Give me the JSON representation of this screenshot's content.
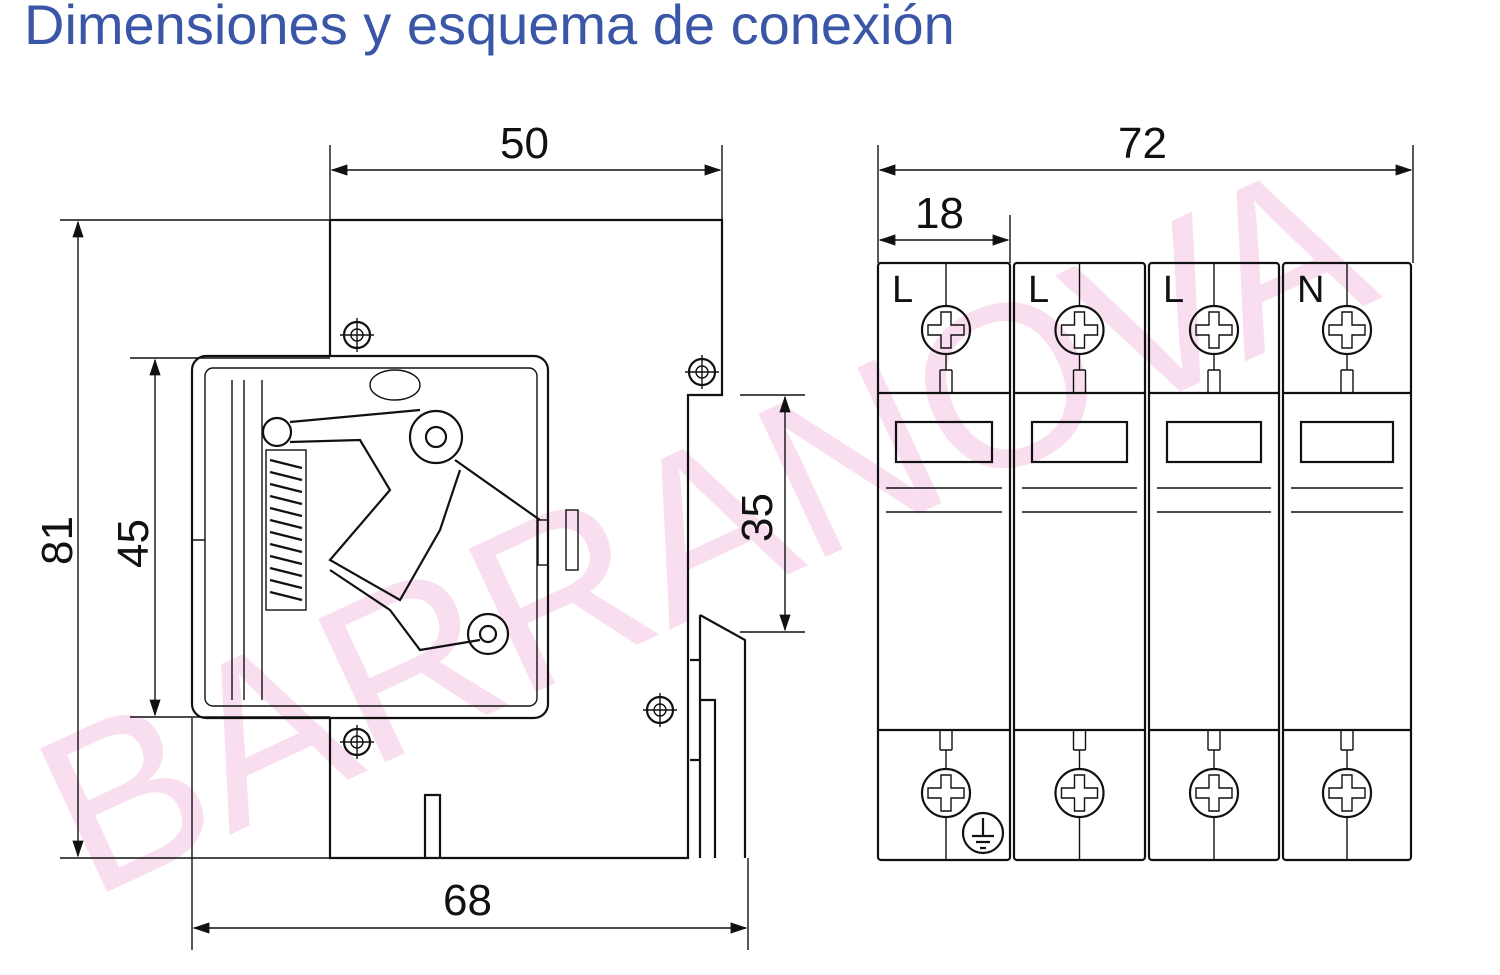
{
  "title": "Dimensiones y esquema de conexión",
  "watermark": "BARRANOVA",
  "side_view": {
    "dimensions": {
      "width_top": "50",
      "height_total": "81",
      "height_front": "45",
      "din_rail": "35",
      "depth_total": "68"
    }
  },
  "front_view": {
    "dimensions": {
      "width_total": "72",
      "pole_width": "18"
    },
    "poles": [
      {
        "label": "L",
        "ground": true
      },
      {
        "label": "L",
        "ground": false
      },
      {
        "label": "L",
        "ground": false
      },
      {
        "label": "N",
        "ground": false
      }
    ]
  },
  "colors": {
    "title": "#3a56a6",
    "watermark": "#f3b8dc"
  }
}
